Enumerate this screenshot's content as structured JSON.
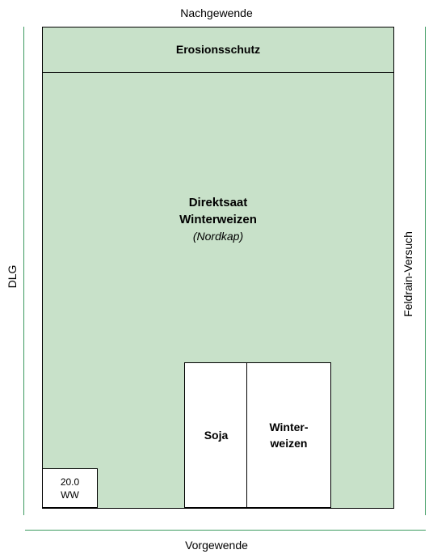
{
  "labels": {
    "top": "Nachgewende",
    "bottom": "Vorgewende",
    "left": "DLG",
    "right": "Feldrain-Versuch"
  },
  "field": {
    "strip_label": "Erosionsschutz",
    "main_line1": "Direktsaat",
    "main_line2": "Winterweizen",
    "main_variety": "(Nordkap)"
  },
  "plots": {
    "soja": "Soja",
    "winterweizen_line1": "Winter-",
    "winterweizen_line2": "weizen",
    "ww_line1": "20.0",
    "ww_line2": "WW"
  },
  "colors": {
    "field_fill": "#c8e1c9",
    "border_lines": "#3c9a5f"
  }
}
